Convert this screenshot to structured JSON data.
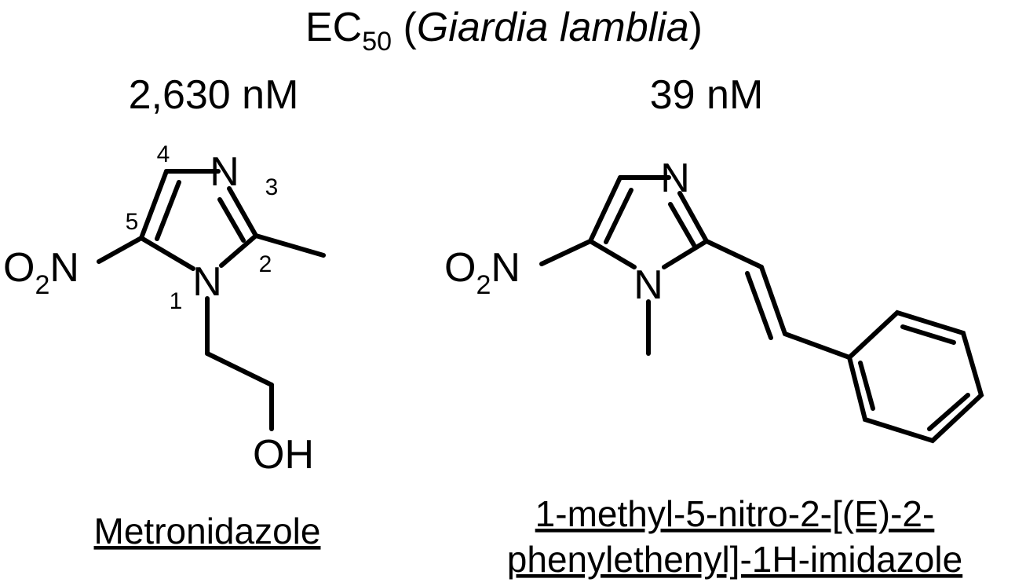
{
  "header": {
    "ec_prefix": "EC",
    "ec_subscript": "50",
    "paren_open": " (",
    "organism": "Giardia lamblia",
    "paren_close": ")"
  },
  "compounds": [
    {
      "value": "2,630 nM",
      "name": "Metronidazole",
      "ring_positions": [
        "1",
        "2",
        "3",
        "4",
        "5"
      ],
      "atom_labels": {
        "nitro_o": "O",
        "nitro_sub": "2",
        "nitro_n": "N",
        "ring_n1": "N",
        "ring_n3": "N",
        "hydroxyl": "OH"
      }
    },
    {
      "value": "39 nM",
      "name_line1": "1-methyl-5-nitro-2-[(E)-2-",
      "name_line2": "phenylethenyl]-1H-imidazole",
      "atom_labels": {
        "nitro_o": "O",
        "nitro_sub": "2",
        "nitro_n": "N",
        "ring_n1": "N",
        "ring_n3": "N"
      }
    }
  ]
}
